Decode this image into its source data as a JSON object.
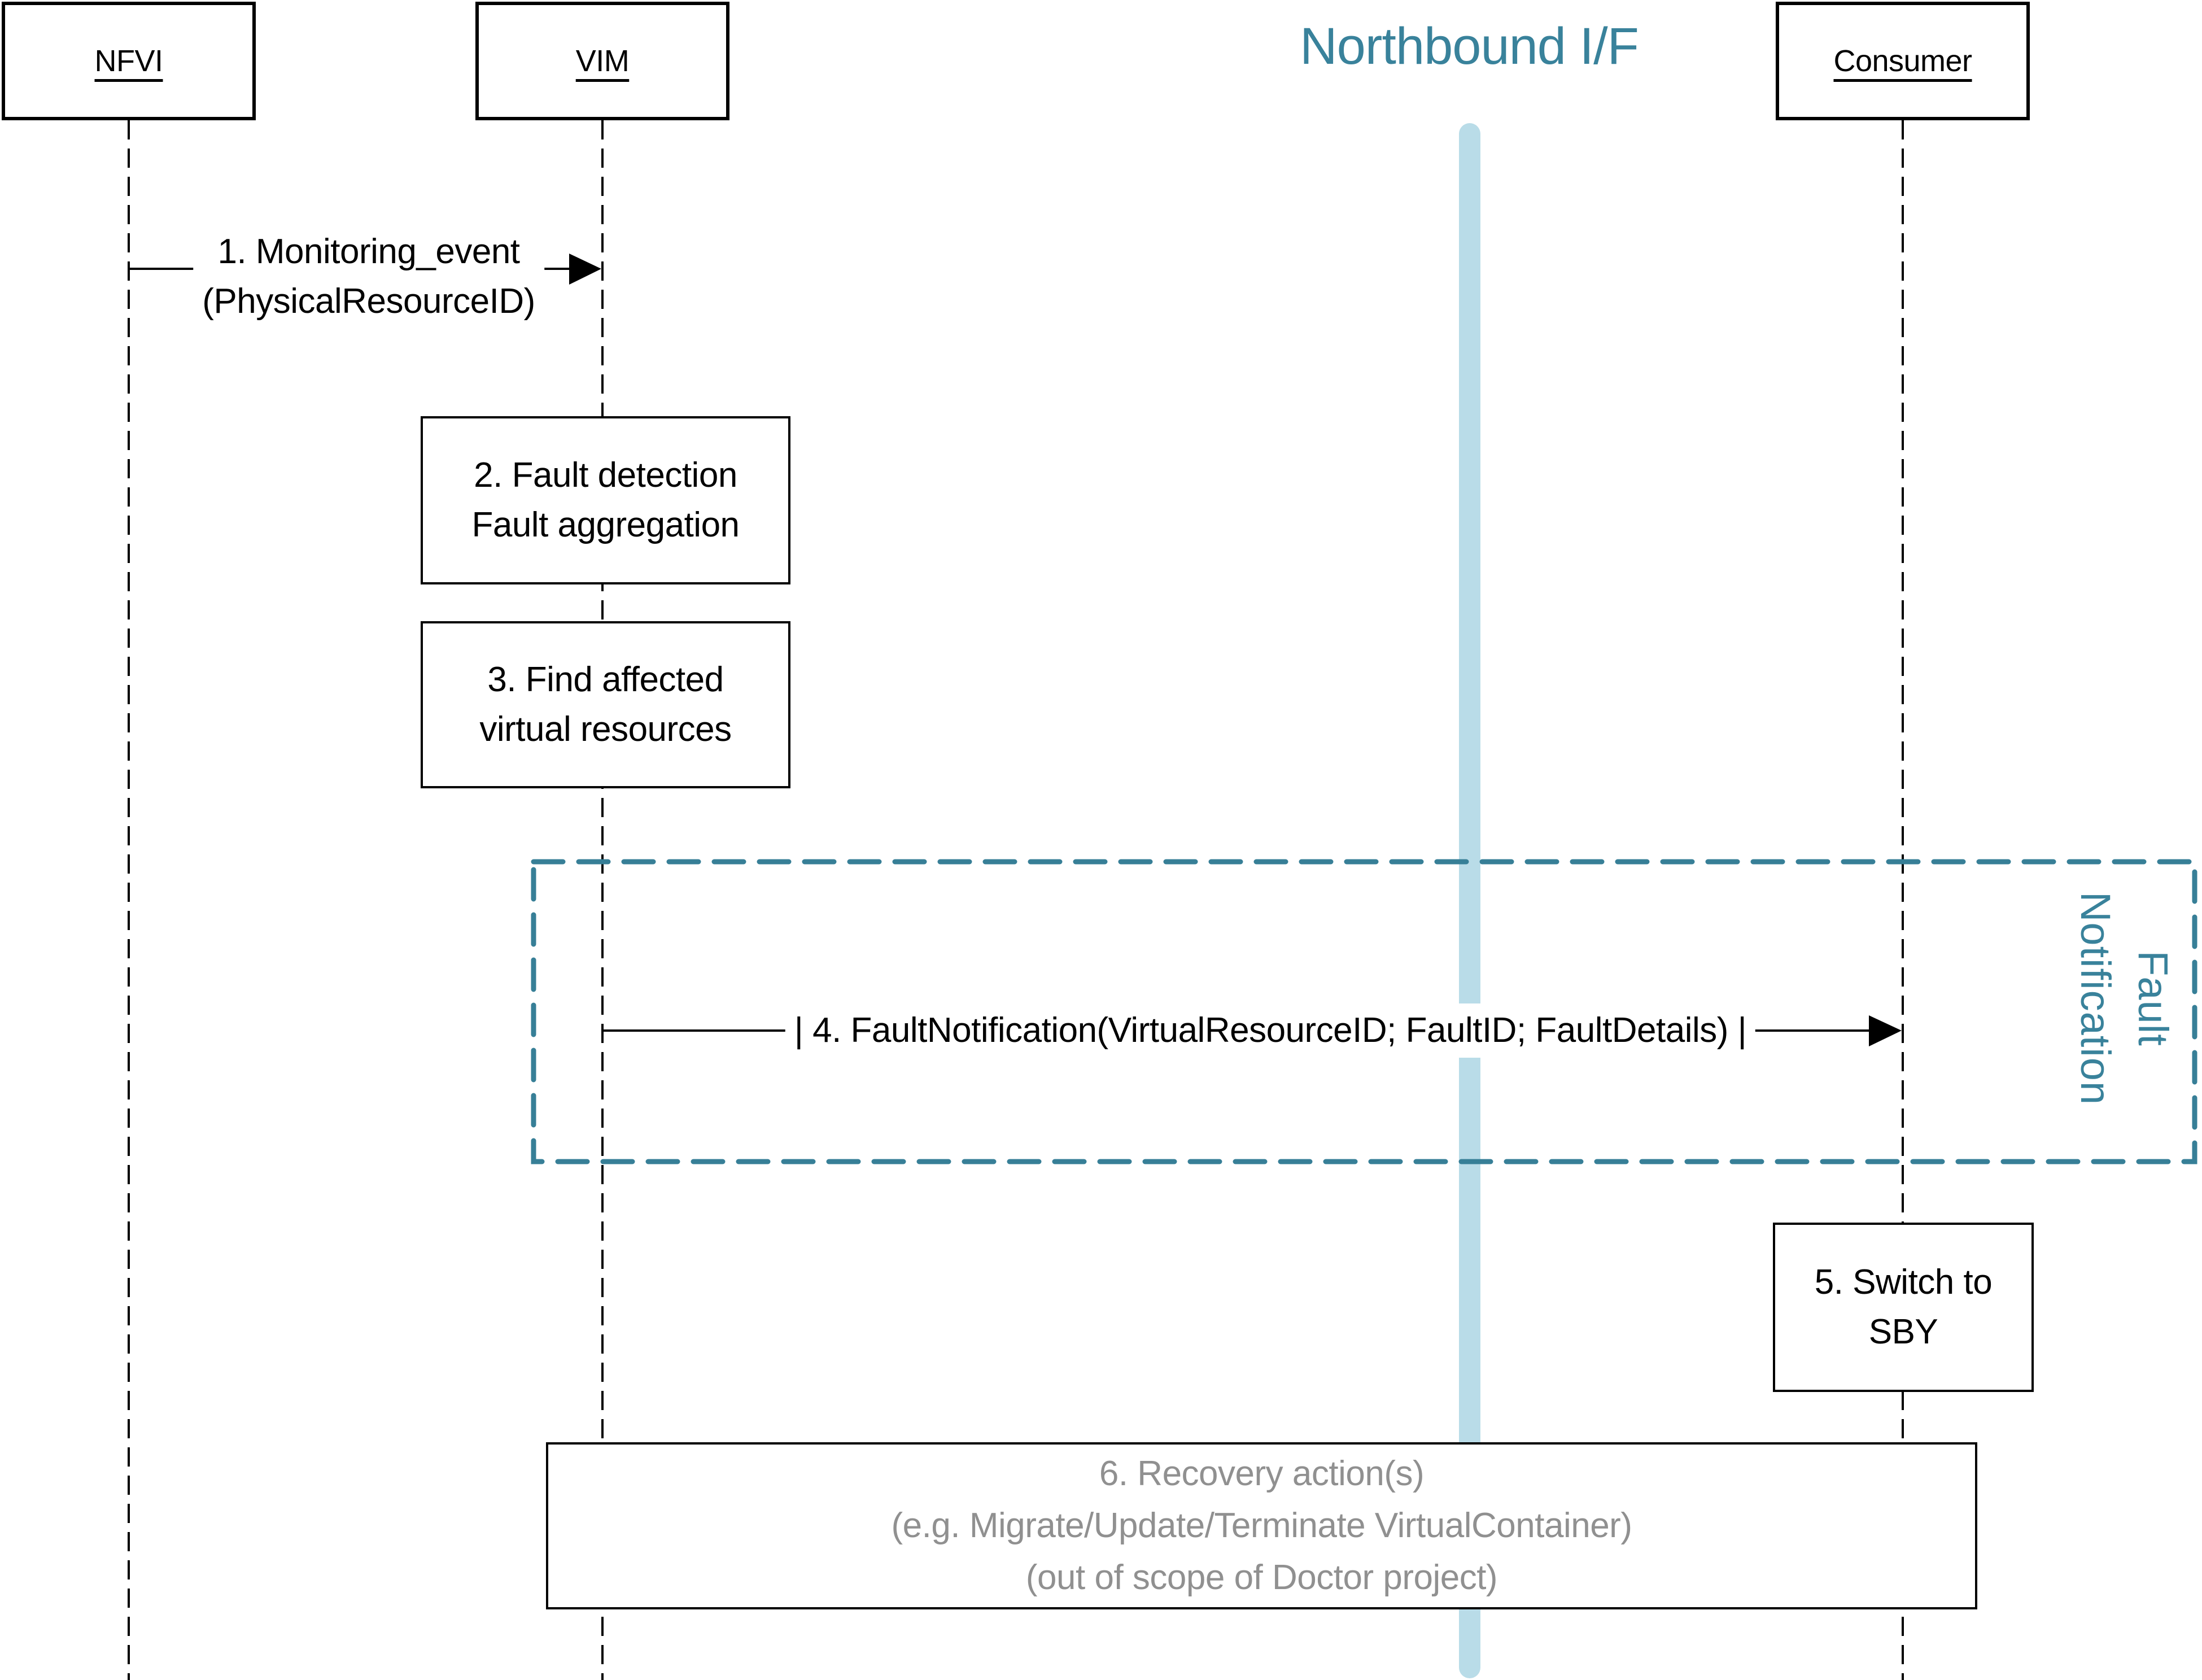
{
  "diagram": {
    "title": "Northbound I/F",
    "actors": [
      {
        "id": "nfvi",
        "label": "NFVI"
      },
      {
        "id": "vim",
        "label": "VIM"
      },
      {
        "id": "consumer",
        "label": "Consumer"
      }
    ],
    "messages": [
      {
        "id": "message-1",
        "from": "NFVI",
        "to": "VIM",
        "line1": "1. Monitoring_event",
        "line2": "(PhysicalResourceID)"
      },
      {
        "id": "message-4",
        "from": "VIM",
        "to": "Consumer",
        "label": "| 4. FaultNotification(VirtualResourceID; FaultID; FaultDetails) |"
      }
    ],
    "activities": [
      {
        "id": "activity-2",
        "lines": [
          "2. Fault detection",
          "Fault aggregation"
        ]
      },
      {
        "id": "activity-3",
        "lines": [
          "3. Find affected",
          "virtual resources"
        ]
      },
      {
        "id": "activity-5",
        "lines": [
          "5. Switch to",
          "SBY"
        ]
      },
      {
        "id": "activity-6",
        "lines": [
          "6. Recovery action(s)",
          "(e.g. Migrate/Update/Terminate VirtualContainer)",
          "(out of scope of Doctor project)"
        ]
      }
    ],
    "group": {
      "line1": "Fault",
      "line2": "Notification"
    },
    "colors": {
      "teal_text": "#39829B",
      "teal_dash": "#377F97",
      "northbound_bar": "#B9DCE8",
      "gray_note_text": "#909090",
      "line_black": "#000000"
    }
  }
}
